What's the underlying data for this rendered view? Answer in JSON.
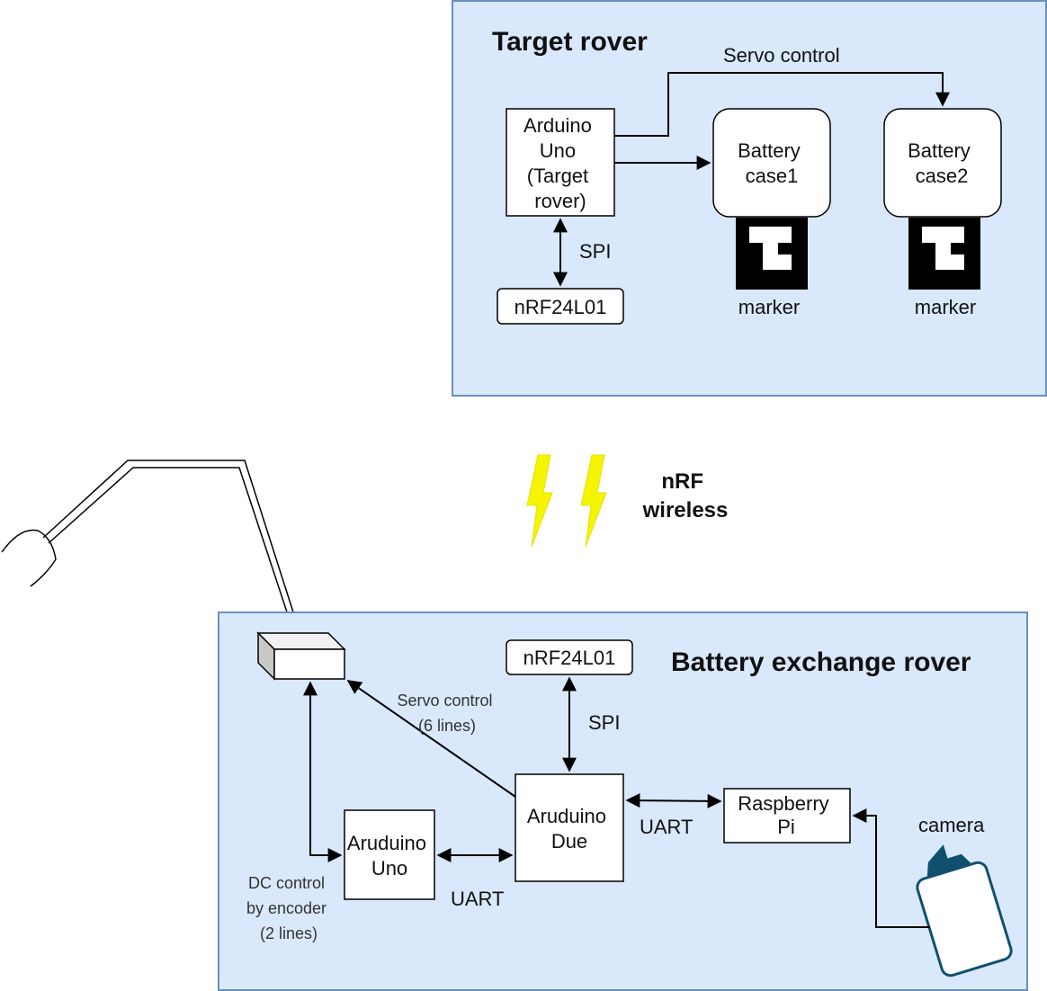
{
  "target_rover": {
    "title": "Target rover",
    "arduino_label": [
      "Arduino",
      "Uno",
      "(Target",
      "rover)"
    ],
    "nrf_label": "nRF24L01",
    "spi_label": "SPI",
    "servo_label": "Servo control",
    "battery1_label": [
      "Battery",
      "case1"
    ],
    "battery2_label": [
      "Battery",
      "case2"
    ],
    "marker1_label": "marker",
    "marker2_label": "marker"
  },
  "wireless": {
    "label": [
      "nRF",
      "wireless"
    ],
    "bolt_color": "#f5f500"
  },
  "exchange_rover": {
    "title": "Battery exchange rover",
    "nrf_label": "nRF24L01",
    "spi_label": "SPI",
    "servo_label": [
      "Servo control",
      "(6 lines)"
    ],
    "due_label": [
      "Aruduino",
      "Due"
    ],
    "uno_label": [
      "Aruduino",
      "Uno"
    ],
    "uart_uno_due_label": "UART",
    "uart_due_pi_label": "UART",
    "pi_label": [
      "Raspberry",
      "Pi"
    ],
    "camera_label": "camera",
    "dc_label": [
      "DC control",
      "by encoder",
      "(2 lines)"
    ]
  },
  "colors": {
    "panel_fill": "#dae8fc",
    "panel_stroke": "#6c8ebf",
    "camera_color": "#10506f"
  }
}
